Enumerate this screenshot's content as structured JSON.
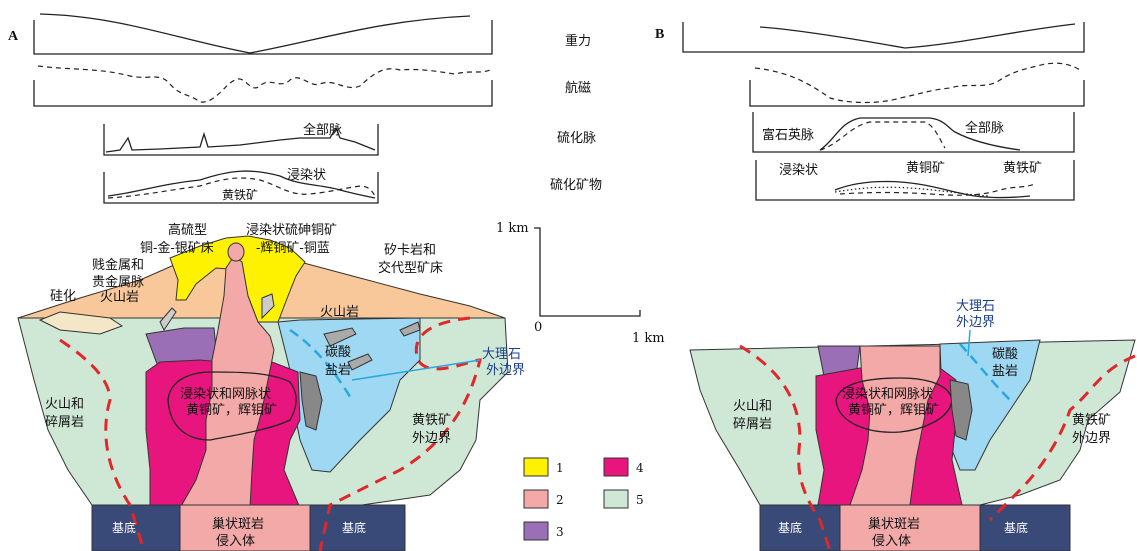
{
  "panels": {
    "a": {
      "letter": "A"
    },
    "b": {
      "letter": "B"
    }
  },
  "profile_labels": {
    "gravity": "重力",
    "aeromag": "航磁",
    "sulfide_vein": "硫化脉",
    "sulfide_mineral": "硫化矿物"
  },
  "a_profiles": {
    "all_veins": "全部脉",
    "disseminated": "浸染状",
    "pyrite": "黄铁矿"
  },
  "b_profiles": {
    "quartz_vein": "富石英脉",
    "all_veins": "全部脉",
    "disseminated": "浸染状",
    "chalcopyrite": "黄铜矿",
    "pyrite": "黄铁矿"
  },
  "a_section": {
    "hs_deposit_1": "高硫型",
    "hs_deposit_2": "铜-金-银矿床",
    "dis_1": "浸染状硫砷铜矿",
    "dis_2": "-辉铜矿-铜蓝",
    "vein_1": "贱金属和",
    "vein_2": "贵金属脉",
    "silica": "硅化",
    "volcanic_l": "火山岩",
    "volcanic_r": "火山岩",
    "skarn_1": "矽卡岩和",
    "skarn_2": "交代型矿床",
    "carb_1": "碳酸",
    "carb_2": "盐岩",
    "marble_1": "大理石",
    "marble_2": "外边界",
    "stock_1": "浸染状和网脉状",
    "stock_2": "黄铜矿，辉钼矿",
    "vc_1": "火山和",
    "vc_2": "碎屑岩",
    "py_1": "黄铁矿",
    "py_2": "外边界",
    "basement_l": "基底",
    "basement_r": "基底",
    "intrusion_1": "巢状斑岩",
    "intrusion_2": "侵入体"
  },
  "b_section": {
    "marble_1": "大理石",
    "marble_2": "外边界",
    "carb_1": "碳酸",
    "carb_2": "盐岩",
    "stock_1": "浸染状和网脉状",
    "stock_2": "黄铜矿，辉钼矿",
    "vc_1": "火山和",
    "vc_2": "碎屑岩",
    "py_1": "黄铁矿",
    "py_2": "外边界",
    "basement_l": "基底",
    "basement_r": "基底",
    "intrusion_1": "巢状斑岩",
    "intrusion_2": "侵入体"
  },
  "scale": {
    "vertical": "1 km",
    "zero": "0",
    "horizontal": "1 km"
  },
  "legend": [
    {
      "key": "1",
      "color": "#fff200"
    },
    {
      "key": "2",
      "color": "#f4a9a9"
    },
    {
      "key": "3",
      "color": "#9b6fb5"
    },
    {
      "key": "4",
      "color": "#e8157f"
    },
    {
      "key": "5",
      "color": "#cfe8d6"
    }
  ],
  "colors": {
    "volcanic": "#f8c89a",
    "lithocap": "#fff200",
    "porphyry": "#f4a9a9",
    "early_intrusion": "#9b6fb5",
    "stock": "#e8157f",
    "wallrock": "#cfe8d6",
    "carbonate": "#9ed8f2",
    "basement": "#3a4a78",
    "pyrite_halo": "#e0282a",
    "marble_front": "#29a8e0"
  }
}
